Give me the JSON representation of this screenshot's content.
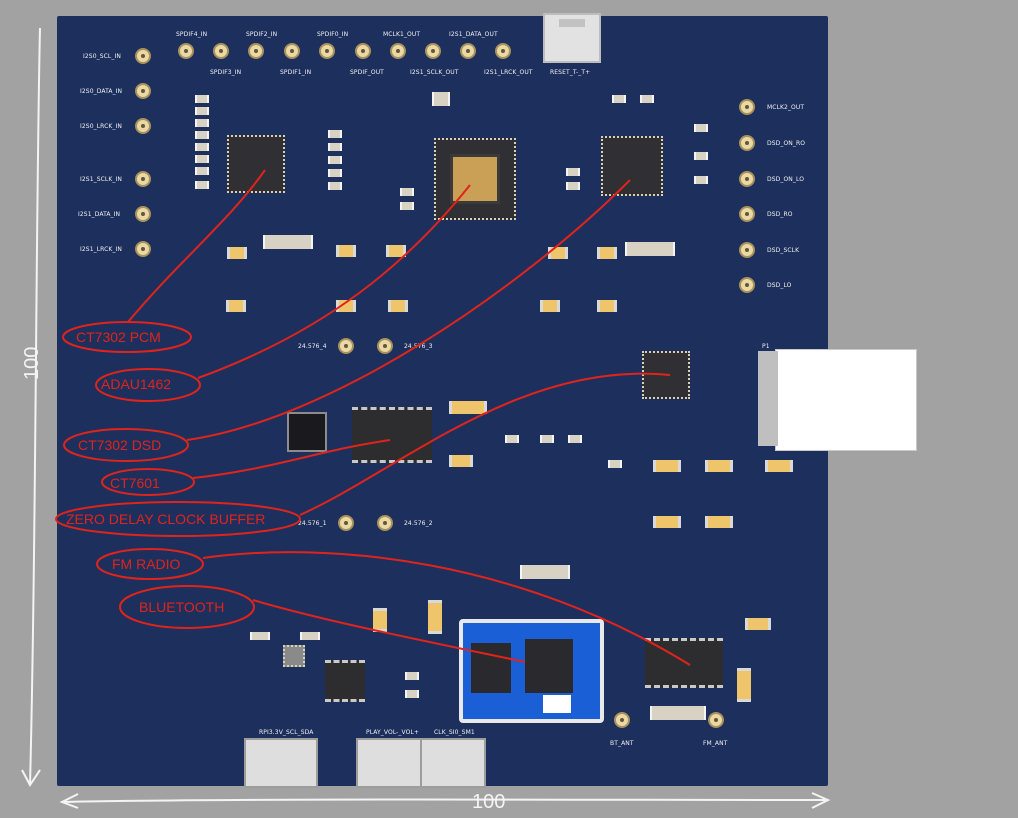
{
  "board": {
    "connectors_left": [
      "I2S0_SCL_IN",
      "I2S0_DATA_IN",
      "I2S0_LRCK_IN",
      "I2S1_SCLK_IN",
      "I2S1_DATA_IN",
      "I2S1_LRCK_IN"
    ],
    "connectors_top": [
      "SPDIF4_IN",
      "SPDIF2_IN",
      "SPDIF0_IN",
      "MCLK1_OUT",
      "I2S1_DATA_OUT"
    ],
    "connectors_top2": [
      "SPDIF3_IN",
      "SPDIF1_IN",
      "SPDIF_OUT",
      "I2S1_SCLK_OUT",
      "I2S1_LRCK_OUT"
    ],
    "reset_label": "RESET_T-_T+",
    "connectors_right": [
      "MCLK2_OUT",
      "DSD_ON_RO",
      "DSD_ON_LO",
      "DSD_RO",
      "DSD_SCLK",
      "DSD_LO"
    ],
    "osc1a": "24.576_4",
    "osc1b": "24.576_3",
    "osc2a": "24.576_1",
    "osc2b": "24.576_2",
    "bt_ant": "BT_ANT",
    "fm_ant": "FM_ANT",
    "bottom_connectors": [
      "RPI3.3V_SCL_SDA",
      "PLAY_VOL-_VOL+",
      "CLK_SI0_SM1"
    ],
    "usb_label": "P1"
  },
  "annotations": {
    "ct7302_pcm": "CT7302 PCM",
    "adau1462": "ADAU1462",
    "ct7302_dsd": "CT7302 DSD",
    "ct7601": "CT7601",
    "zero_delay": "ZERO DELAY CLOCK BUFFER",
    "fm_radio": "FM RADIO",
    "bluetooth": "BLUETOOTH"
  },
  "dimensions": {
    "vertical": "100",
    "horizontal": "100"
  },
  "colors": {
    "board": "#1d2f5c",
    "background": "#a2a2a2",
    "annotation": "#e0241c",
    "module": "#1a5fd6"
  }
}
